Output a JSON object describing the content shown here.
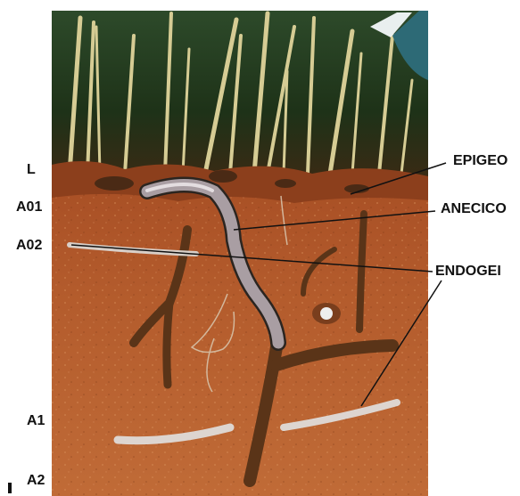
{
  "horizons": {
    "L": "L",
    "A01": "A01",
    "A02": "A02",
    "A1": "A1",
    "A2": "A2"
  },
  "worm_types": {
    "epigeo": "EPIGEO",
    "anecico": "ANECICO",
    "endogei": "ENDOGEI"
  },
  "colors": {
    "soil": "#b25a2c",
    "topsoil": "#a34b23",
    "sky": "#253a1f",
    "stem": "#d8cf98",
    "worm": "#cfc7c2",
    "burrow": "#5a3418",
    "leader": "#111111"
  }
}
